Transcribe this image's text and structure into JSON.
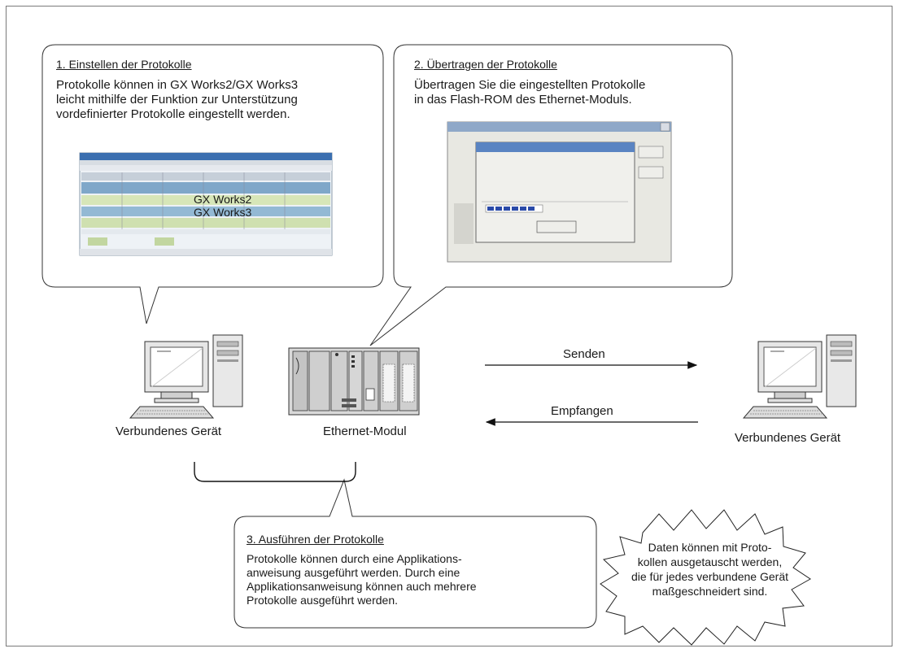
{
  "callout1": {
    "title": "1. Einstellen der Protokolle",
    "body": "Protokolle können in GX Works2/GX Works3\nleicht mithilfe der Funktion zur Unterstützung\nvordefinierter Protokolle eingestellt werden.",
    "screenshot_labels": [
      "GX Works2",
      "GX Works3"
    ]
  },
  "callout2": {
    "title": "2. Übertragen der Protokolle",
    "body": "Übertragen Sie die eingestellten Protokolle\nin das Flash-ROM des Ethernet-Moduls."
  },
  "callout3": {
    "title": "3. Ausführen der Protokolle",
    "body": "Protokolle können durch eine Applikations-\nanweisung ausgeführt werden. Durch eine\nApplikationsanweisung können auch mehrere\nProtokolle ausgeführt werden."
  },
  "devices": {
    "left_pc_label": "Verbundenes Gerät",
    "module_label": "Ethernet-Modul",
    "right_pc_label": "Verbundenes Gerät"
  },
  "arrows": {
    "send_label": "Senden",
    "receive_label": "Empfangen"
  },
  "starburst": {
    "text": "Daten können mit Proto-\nkollen ausgetauscht werden,\ndie für jedes verbundene Gerät\nmaßgeschneidert sind."
  },
  "icons": {
    "pc": "desktop-computer-icon",
    "plc": "plc-module-icon"
  }
}
